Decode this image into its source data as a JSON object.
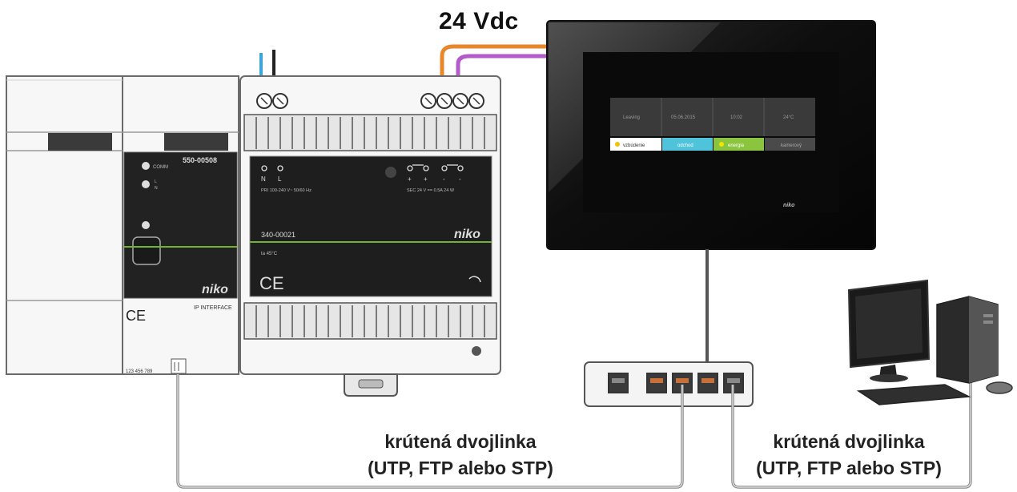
{
  "power": {
    "voltage_label": "24 Vdc"
  },
  "modules": {
    "interface": {
      "part_number": "550-00508",
      "led_labels": [
        "COMM",
        "L",
        "N"
      ],
      "model_label": "IP INTERFACE",
      "serial": "123 456 789",
      "brand": "niko",
      "ce_mark": "CE"
    },
    "power_supply": {
      "part_number": "340-00021",
      "input_spec": "PRI 100-240 V~ 50/60 Hz",
      "output_spec": "SEC 24 V == 0.5A 24 W",
      "temp_rating": "ta 45°C",
      "brand": "niko",
      "ce_mark": "CE",
      "terminal_marks": [
        "N",
        "L",
        "+",
        "+",
        "-",
        "-"
      ]
    }
  },
  "touchscreen": {
    "status_cells": [
      "Leaving",
      "05.06.2015",
      "10:02",
      "24°C"
    ],
    "buttons": [
      "vzbúdenie",
      "odchod",
      "energia",
      "kamerový"
    ],
    "brand": "niko"
  },
  "cables": {
    "left": {
      "line1": "krútená dvojlinka",
      "line2": "(UTP, FTP alebo STP)"
    },
    "right": {
      "line1": "krútená dvojlinka",
      "line2": "(UTP, FTP alebo STP)"
    }
  },
  "colors": {
    "orange_wire": "#e8862a",
    "purple_wire": "#b35bc8",
    "blue_wire": "#3aa7d8",
    "screen_black": "#0d0d0d",
    "module_green_line": "#6fb52e",
    "cable_gray": "#8a8a8a"
  }
}
